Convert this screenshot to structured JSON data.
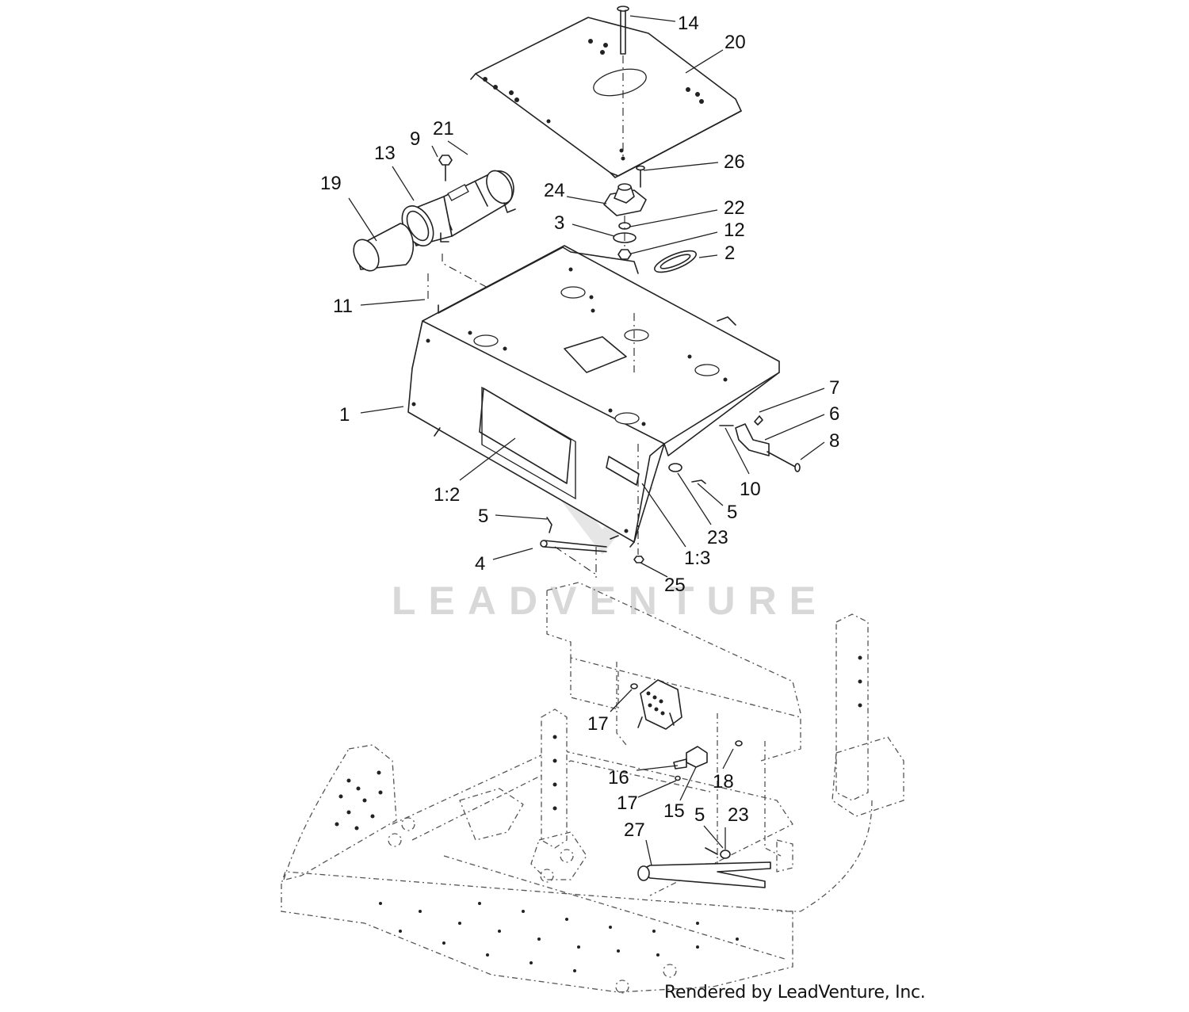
{
  "credit": "Rendered by LeadVenture, Inc.",
  "watermark": "LEADVENTURE",
  "callouts": [
    {
      "id": "c14",
      "label": "14"
    },
    {
      "id": "c20",
      "label": "20"
    },
    {
      "id": "c21",
      "label": "21"
    },
    {
      "id": "c9",
      "label": "9"
    },
    {
      "id": "c13",
      "label": "13"
    },
    {
      "id": "c19",
      "label": "19"
    },
    {
      "id": "c26",
      "label": "26"
    },
    {
      "id": "c24",
      "label": "24"
    },
    {
      "id": "c22",
      "label": "22"
    },
    {
      "id": "c3",
      "label": "3"
    },
    {
      "id": "c12",
      "label": "12"
    },
    {
      "id": "c2",
      "label": "2"
    },
    {
      "id": "c11",
      "label": "11"
    },
    {
      "id": "c1",
      "label": "1"
    },
    {
      "id": "c7",
      "label": "7"
    },
    {
      "id": "c6",
      "label": "6"
    },
    {
      "id": "c8",
      "label": "8"
    },
    {
      "id": "c10",
      "label": "10"
    },
    {
      "id": "c1_2",
      "label": "1:2"
    },
    {
      "id": "c5a",
      "label": "5"
    },
    {
      "id": "c23a",
      "label": "23"
    },
    {
      "id": "c5b",
      "label": "5"
    },
    {
      "id": "c1_3",
      "label": "1:3"
    },
    {
      "id": "c4",
      "label": "4"
    },
    {
      "id": "c25",
      "label": "25"
    },
    {
      "id": "c17a",
      "label": "17"
    },
    {
      "id": "c16",
      "label": "16"
    },
    {
      "id": "c18",
      "label": "18"
    },
    {
      "id": "c17b",
      "label": "17"
    },
    {
      "id": "c15",
      "label": "15"
    },
    {
      "id": "c5c",
      "label": "5"
    },
    {
      "id": "c23b",
      "label": "23"
    },
    {
      "id": "c27",
      "label": "27"
    }
  ]
}
